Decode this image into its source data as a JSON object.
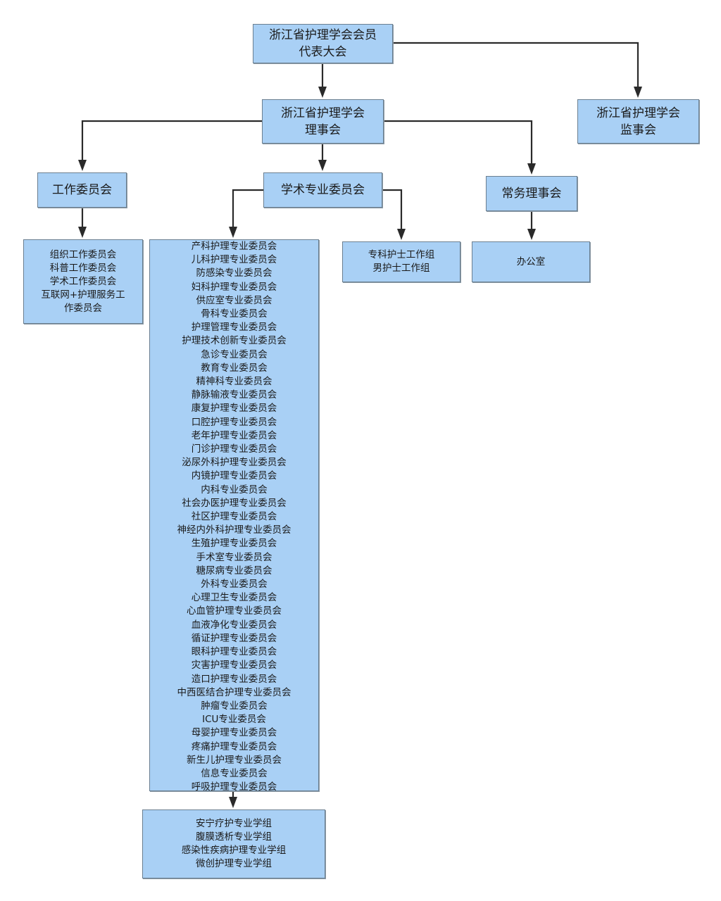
{
  "diagram": {
    "type": "org-chart",
    "nodes": {
      "congress": {
        "lines": [
          "浙江省护理学会会员",
          "代表大会"
        ]
      },
      "council": {
        "lines": [
          "浙江省护理学会",
          "理事会"
        ]
      },
      "supervisors": {
        "lines": [
          "浙江省护理学会",
          "监事会"
        ]
      },
      "work_committee": {
        "lines": [
          "工作委员会"
        ]
      },
      "academic_committee": {
        "lines": [
          "学术专业委员会"
        ]
      },
      "standing_council": {
        "lines": [
          "常务理事会"
        ]
      },
      "work_committee_list": {
        "lines": [
          "组织工作委员会",
          "科普工作委员会",
          "学术工作委员会",
          "互联网+护理服务工",
          "作委员会"
        ]
      },
      "academic_committee_list": {
        "lines": [
          "产科护理专业委员会",
          "儿科护理专业委员会",
          "防感染专业委员会",
          "妇科护理专业委员会",
          "供应室专业委员会",
          "骨科专业委员会",
          "护理管理专业委员会",
          "护理技术创新专业委员会",
          "急诊专业委员会",
          "教育专业委员会",
          "精神科专业委员会",
          "静脉输液专业委员会",
          "康复护理专业委员会",
          "口腔护理专业委员会",
          "老年护理专业委员会",
          "门诊护理专业委员会",
          "泌尿外科护理专业委员会",
          "内镜护理专业委员会",
          "内科专业委员会",
          "社会办医护理专业委员会",
          "社区护理专业委员会",
          "神经内外科护理专业委员会",
          "生殖护理专业委员会",
          "手术室专业委员会",
          "糖尿病专业委员会",
          "外科专业委员会",
          "心理卫生专业委员会",
          "心血管护理专业委员会",
          "血液净化专业委员会",
          "循证护理专业委员会",
          "眼科护理专业委员会",
          "灾害护理专业委员会",
          "造口护理专业委员会",
          "中西医结合护理专业委员会",
          "肿瘤专业委员会",
          "ICU专业委员会",
          "母婴护理专业委员会",
          "疼痛护理专业委员会",
          "新生儿护理专业委员会",
          "信息专业委员会",
          "呼吸护理专业委员会"
        ]
      },
      "working_groups": {
        "lines": [
          "专科护士工作组",
          "男护士工作组"
        ]
      },
      "office": {
        "lines": [
          "办公室"
        ]
      },
      "study_groups": {
        "lines": [
          "安宁疗护专业学组",
          "腹膜透析专业学组",
          "感染性疾病护理专业学组",
          "微创护理专业学组"
        ]
      }
    },
    "edges": [
      {
        "from": "congress",
        "to": "council"
      },
      {
        "from": "congress",
        "to": "supervisors"
      },
      {
        "from": "council",
        "to": "work_committee"
      },
      {
        "from": "council",
        "to": "academic_committee"
      },
      {
        "from": "council",
        "to": "standing_council"
      },
      {
        "from": "work_committee",
        "to": "work_committee_list"
      },
      {
        "from": "academic_committee",
        "to": "academic_committee_list"
      },
      {
        "from": "academic_committee",
        "to": "working_groups"
      },
      {
        "from": "standing_council",
        "to": "office"
      },
      {
        "from": "academic_committee_list",
        "to": "study_groups"
      }
    ],
    "colors": {
      "node_fill": "#a9d0f5",
      "node_border": "#6b7f90",
      "edge": "#2a2a2a"
    }
  }
}
